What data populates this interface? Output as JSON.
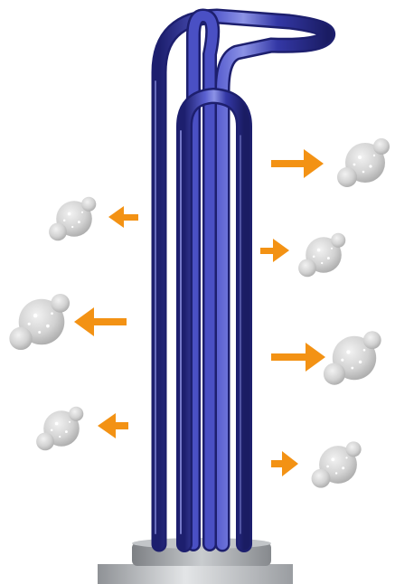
{
  "illustration": {
    "subject": "electric-heating-element",
    "colors": {
      "element_tube": "#3438a6",
      "element_tube_dark": "#1d1f6e",
      "element_highlight": "#8c93e6",
      "base_metal": "#b9bcc0",
      "base_metal_dark": "#8f9296",
      "arrow": "#f39214",
      "bubble": "#d4d4d4",
      "bubble_dark": "#a9a9a9",
      "background": "#ffffff"
    },
    "arrows_left_count": 3,
    "arrows_right_count": 4
  }
}
